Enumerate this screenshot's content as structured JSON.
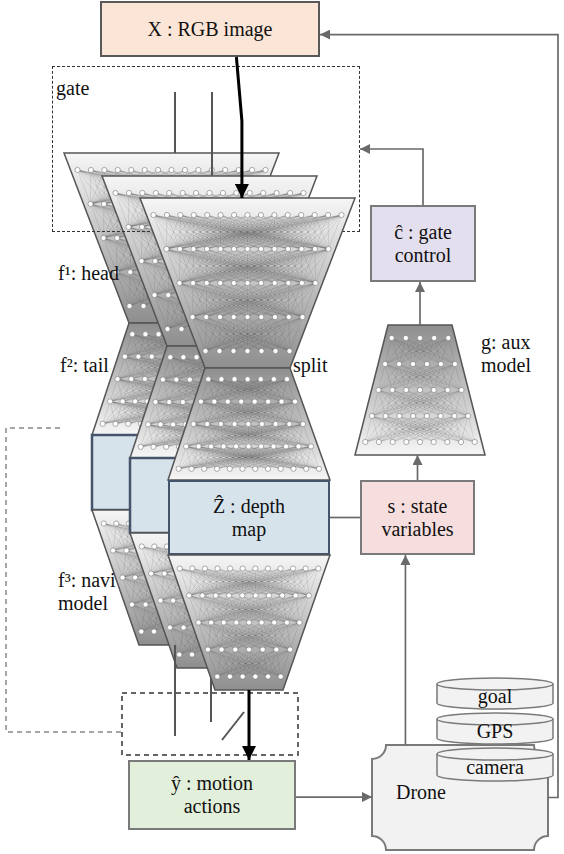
{
  "diagram": {
    "nodes": [
      {
        "text": [
          "X : RGB image"
        ]
      },
      {
        "text": [
          "gate"
        ]
      },
      {
        "text": [
          "f¹: head"
        ]
      },
      {
        "text": [
          "f²: tail"
        ]
      },
      {
        "text": [
          "Ẑ : depth map"
        ]
      },
      {
        "text": [
          "f³: navi model"
        ]
      },
      {
        "text": [
          "ŷ : motion actions"
        ]
      },
      {
        "text": [
          "ĉ : gate control"
        ]
      },
      {
        "text": [
          "g: aux model"
        ]
      },
      {
        "text": [
          "s : state variables"
        ]
      },
      {
        "text": [
          "Drone"
        ]
      },
      {
        "text": [
          "goal"
        ]
      },
      {
        "text": [
          "GPS"
        ]
      },
      {
        "text": [
          "camera"
        ]
      }
    ],
    "edges": [
      {
        "from": 0,
        "to": 2,
        "arrow": "to"
      },
      {
        "from": 5,
        "to": 6,
        "arrow": "to"
      },
      {
        "from": 6,
        "to": 10,
        "arrow": "to"
      },
      {
        "from": 10,
        "to": 9,
        "arrow": "to"
      },
      {
        "from": 10,
        "to": 0,
        "arrow": "to"
      },
      {
        "from": 9,
        "to": 8,
        "arrow": "to"
      },
      {
        "from": 8,
        "to": 7,
        "arrow": "to"
      },
      {
        "from": 7,
        "to": 1,
        "arrow": "to"
      },
      {
        "from": 4,
        "to": 9,
        "arrow": "none"
      }
    ],
    "labels": [
      "split"
    ]
  }
}
